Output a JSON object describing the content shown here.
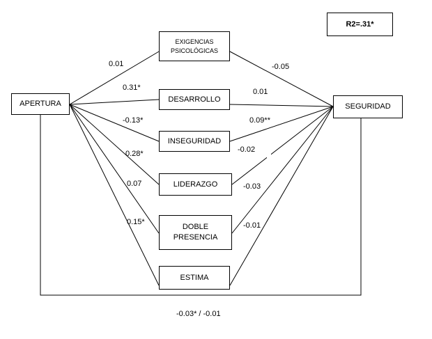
{
  "r2_box": "R2=.31*",
  "nodes": {
    "apertura": "APERTURA",
    "seguridad": "SEGURIDAD",
    "exigencias_line1": "EXIGENCIAS",
    "exigencias_line2": "PSICOLÓGICAS",
    "desarrollo": "DESARROLLO",
    "inseguridad": "INSEGURIDAD",
    "liderazgo": "LIDERAZGO",
    "doble_line1": "DOBLE",
    "doble_line2": "PRESENCIA",
    "estima": "ESTIMA"
  },
  "paths_a": {
    "exigencias": "0.01",
    "desarrollo": "0.31*",
    "inseguridad": "-0.13*",
    "liderazgo": "0.28*",
    "doble_presencia": "0.07",
    "estima": "0.15*"
  },
  "paths_b": {
    "exigencias": "-0.05",
    "desarrollo": "0.01",
    "inseguridad": "0.09**",
    "liderazgo": "-0.02",
    "doble_presencia": "-0.03",
    "estima": "-0.01"
  },
  "direct_path": "-0.03* / -0.01"
}
